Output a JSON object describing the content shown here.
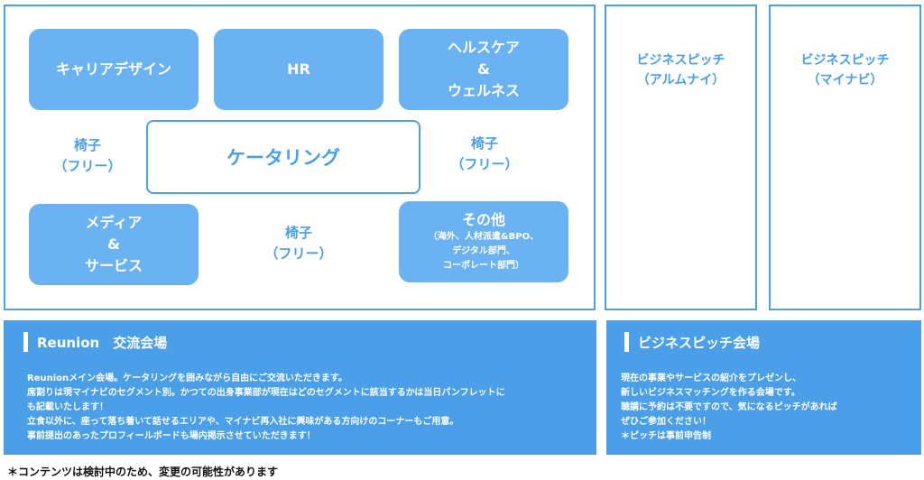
{
  "booths": {
    "career": [
      "キャリアデザイン"
    ],
    "hr": [
      "HR"
    ],
    "health": [
      "ヘルスケア",
      "&",
      "ウェルネス"
    ],
    "media": [
      "メディア",
      "&",
      "サービス"
    ],
    "other": {
      "title": "その他",
      "details": [
        "（海外、人材派遣&BPO、",
        "デジタル部門、",
        "コーポレート部門）"
      ]
    }
  },
  "catering": "ケータリング",
  "chairs": {
    "left": [
      "椅子",
      "（フリー）"
    ],
    "right": [
      "椅子",
      "（フリー）"
    ],
    "center": [
      "椅子",
      "（フリー）"
    ]
  },
  "pitch_areas": {
    "alumni": [
      "ビジネスピッチ",
      "（アルムナイ）"
    ],
    "mynavi": [
      "ビジネスピッチ",
      "（マイナビ）"
    ]
  },
  "info": {
    "reunion": {
      "heading": "Reunion　交流会場",
      "body": [
        "Reunionメイン会場。ケータリングを囲みながら自由にご交流いただきます。",
        "席割りは現マイナビのセグメント別。かつての出身事業部が現在はどのセグメントに該当するかは当日パンフレットに",
        "も記載いたします！",
        "立食以外に、座って落ち着いて話せるエリアや、マイナビ再入社に興味がある方向けのコーナーもご用意。",
        "事前提出のあったプロフィールボードも場内掲示させていただきます！"
      ]
    },
    "pitch": {
      "heading": "ビジネスピッチ会場",
      "body": [
        "現在の事業やサービスの紹介をプレゼンし、",
        "新しいビジネスマッチングを作る会場です。",
        "聴講に予約は不要ですので、気になるピッチがあれば",
        "ぜひご参加ください！",
        "＊ピッチは事前申告制"
      ]
    }
  },
  "footnote": "＊コンテンツは検討中のため、変更の可能性があります",
  "colors": {
    "primary": "#4a9fe8",
    "booth_fill": "#6bb2f3",
    "footnote_text": "#111111"
  }
}
